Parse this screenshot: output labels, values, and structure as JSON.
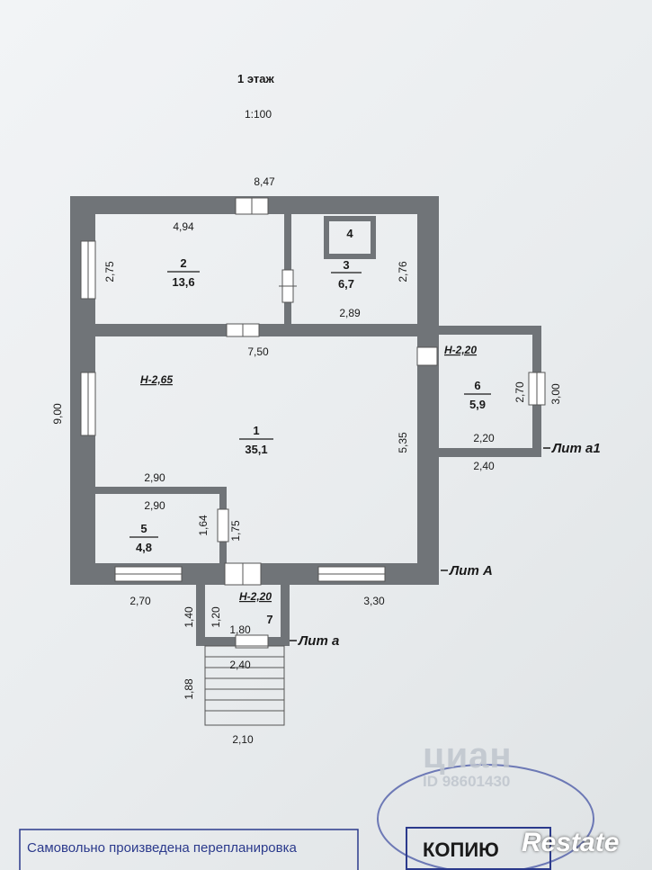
{
  "header": {
    "floor": "1 этаж",
    "scale": "1:100"
  },
  "rooms": [
    {
      "number": "1",
      "area": "35,1"
    },
    {
      "number": "2",
      "area": "13,6"
    },
    {
      "number": "3",
      "area": "6,7"
    },
    {
      "number": "4",
      "area": ""
    },
    {
      "number": "5",
      "area": "4,8"
    },
    {
      "number": "6",
      "area": "5,9"
    },
    {
      "number": "7",
      "area": ""
    }
  ],
  "heights": {
    "main": "Н-2,65",
    "annex_a1": "Н-2,20",
    "porch": "Н-2,20"
  },
  "dimensions": {
    "total_width": "8,47",
    "room2_width": "4,94",
    "room2_depth": "2,75",
    "room3_depth": "2,76",
    "room3_width": "2,89",
    "corridor_width": "7,50",
    "total_depth": "9,00",
    "room1_depth": "5,35",
    "room5_outer": "2,90",
    "room5_inner": "2,90",
    "room5_depth_a": "1,64",
    "room5_depth_b": "1,75",
    "front_left": "2,70",
    "front_right": "3,30",
    "annex_depth_outer": "3,00",
    "annex_depth_inner": "2,70",
    "annex_width_inner": "2,20",
    "annex_width_outer": "2,40",
    "porch_depth_outer": "1,40",
    "porch_depth_inner": "1,20",
    "porch_width_inner": "1,80",
    "porch_width_outer": "2,40",
    "stairs_depth": "1,88",
    "stairs_width": "2,10"
  },
  "labels": {
    "lit_A": "Лит А",
    "lit_a1": "Лит а1",
    "lit_a": "Лит а"
  },
  "stamp": {
    "note": "Самовольно произведена перепланировка",
    "copy": "КОПИЮ"
  },
  "watermark": {
    "brand": "циан",
    "id": "ID 98601430"
  },
  "brand": "Restate"
}
